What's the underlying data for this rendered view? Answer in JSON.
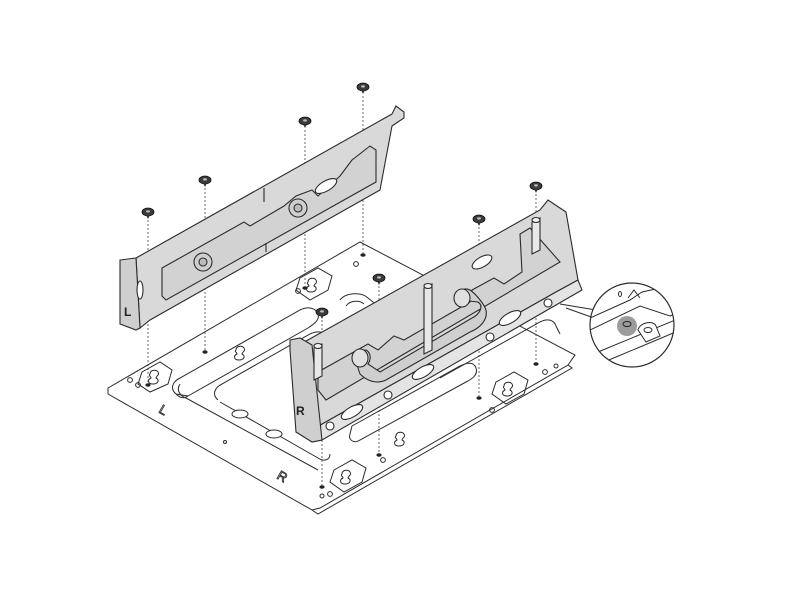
{
  "diagram": {
    "type": "exploded-assembly",
    "description": "Two side brackets mounted onto a base plate with screws",
    "labels": {
      "left_bracket": "L",
      "right_bracket": "R",
      "base_left": "L",
      "base_right": "R"
    },
    "parts": [
      {
        "id": "left-bracket",
        "label": "L"
      },
      {
        "id": "right-bracket",
        "label": "R"
      },
      {
        "id": "base-plate",
        "labels": [
          "L",
          "R"
        ]
      },
      {
        "id": "screws",
        "count": 8
      },
      {
        "id": "detail-callout",
        "description": "Magnified view of alignment hole (highlighted)"
      }
    ],
    "colors": {
      "line": "#2b2b2b",
      "bracket_fill": "#d9d9d9",
      "plate_fill": "#ffffff",
      "highlight": "#8a8a8a"
    }
  }
}
